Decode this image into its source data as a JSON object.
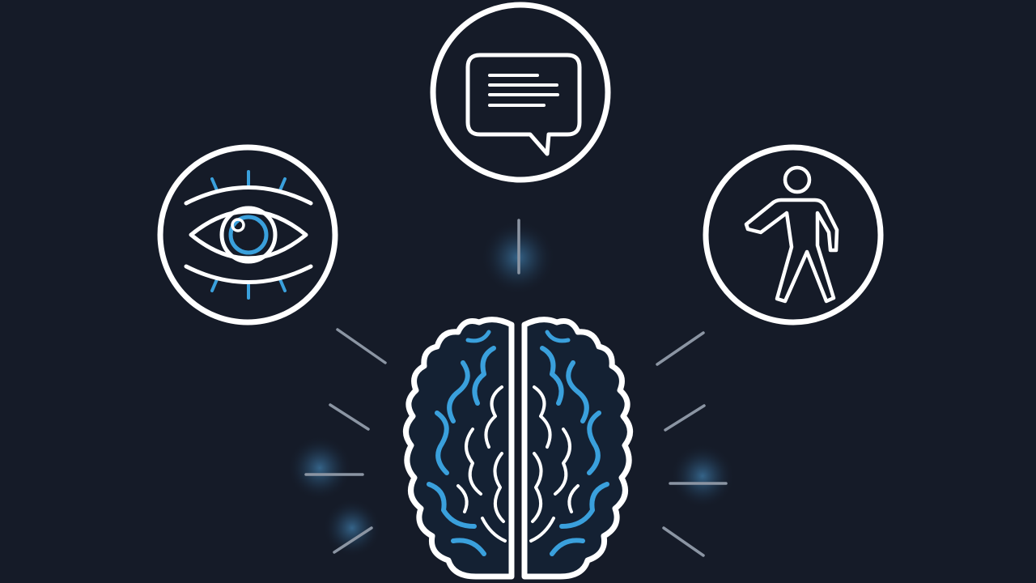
{
  "colors": {
    "background": "#151b28",
    "stroke": "#ffffff",
    "accent": "#3aa0dc",
    "ray": "#8b95a3",
    "glow": "#4f9fd8"
  },
  "nodes": [
    {
      "id": "vision",
      "icon": "eye-icon"
    },
    {
      "id": "language",
      "icon": "speech-bubble-icon"
    },
    {
      "id": "movement",
      "icon": "walking-person-icon"
    }
  ],
  "center": {
    "icon": "brain-icon"
  }
}
